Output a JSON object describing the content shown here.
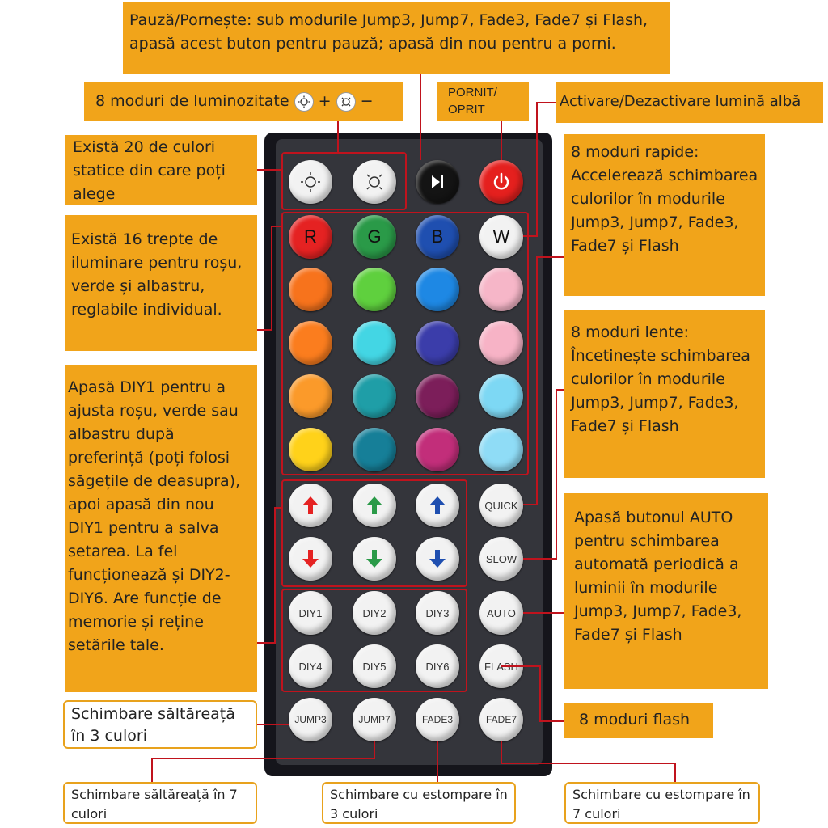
{
  "callouts": {
    "pause": "Pauză/Pornește: sub modurile Jump3, Jump7, Fade3, Fade7 și Flash, apasă acest buton pentru pauză; apasă din nou pentru a porni.",
    "brightness": "8 moduri de luminozitate",
    "brightness_plus": "+",
    "brightness_minus": "−",
    "power": "PORNIT/ OPRIT",
    "white_light": "Activare/Dezactivare lumină albă",
    "static_colors": "Există 20 de culori statice din care poți alege",
    "quick": "8 moduri rapide: Accelerează schimbarea culorilor în modurile Jump3, Jump7, Fade3, Fade7 și Flash",
    "levels": "Există 16 trepte de iluminare pentru roșu, verde și albastru, reglabile individual.",
    "slow": "8 moduri lente: Încetinește schimbarea culorilor în modurile Jump3, Jump7, Fade3, Fade7 și Flash",
    "diy": "Apasă DIY1 pentru a ajusta roșu, verde sau albastru după preferință (poți folosi săgețile de deasupra), apoi apasă din nou DIY1 pentru a salva setarea. La fel funcționează și DIY2-DIY6. Are funcție de memorie și reține setările tale.",
    "auto": "Apasă butonul AUTO pentru schimbarea automată periodică a luminii în modurile Jump3, Jump7, Fade3, Fade7 și Flash",
    "flash": "8 moduri flash",
    "jump3": "Schimbare săltăreață în 3 culori",
    "jump7": "Schimbare săltăreață în 7 culori",
    "fade3": "Schimbare cu estompare în 3 culori",
    "fade7": "Schimbare cu estompare în 7 culori"
  },
  "buttons": {
    "r": "R",
    "g": "G",
    "b": "B",
    "w": "W",
    "quick": "QUICK",
    "slow": "SLOW",
    "auto": "AUTO",
    "flash": "FLASH",
    "diy1": "DIY1",
    "diy2": "DIY2",
    "diy3": "DIY3",
    "diy4": "DIY4",
    "diy5": "DIY5",
    "diy6": "DIY6",
    "jump3": "JUMP3",
    "jump7": "JUMP7",
    "fade3": "FADE3",
    "fade7": "FADE7"
  },
  "colors": {
    "callout": "#f1a41a",
    "frame": "#c0131d",
    "remote_body": "#15151b",
    "remote_face": "#34353b",
    "red": "#e52222",
    "green": "#2a9a48",
    "blue": "#1f4fb0",
    "white": "#f2f2f2",
    "row1": [
      "#f7731c",
      "#5fd03e",
      "#1e88e4",
      "#f6b6c8"
    ],
    "row2": [
      "#fb7d1e",
      "#43d6e4",
      "#3b3daa",
      "#f7b3c6"
    ],
    "row3": [
      "#fb9a2a",
      "#1f9ea7",
      "#7c1e5a",
      "#7dd8f4"
    ],
    "row4": [
      "#ffd21a",
      "#167f98",
      "#c22e7a",
      "#8fdcf6"
    ]
  }
}
